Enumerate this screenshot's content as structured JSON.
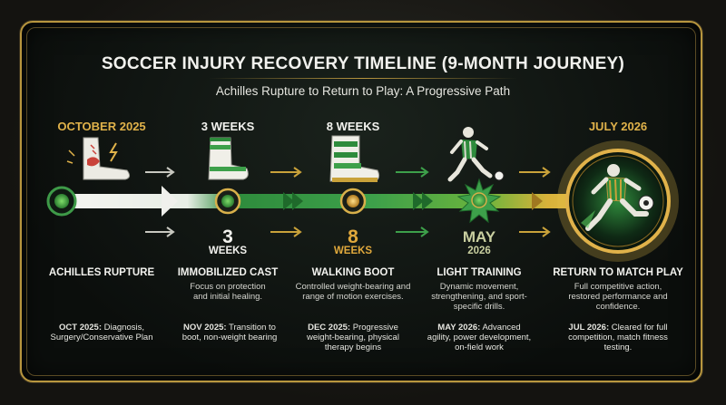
{
  "title": "SOCCER INJURY RECOVERY TIMELINE (9-MONTH JOURNEY)",
  "subtitle": "Achilles Rupture to Return to Play: A Progressive Path",
  "colors": {
    "gold": "#e0b24a",
    "green": "#2e8b3c",
    "bright_green": "#4fc35a",
    "frame": "#b8963e",
    "background": "#0b0e0c"
  },
  "stages": [
    {
      "top_label": "OCTOBER 2025",
      "icon": "injured-foot-icon",
      "weeks_number": "",
      "weeks_unit": "",
      "title": "ACHILLES RUPTURE",
      "description": "",
      "milestone_date": "OCT 2025:",
      "milestone_text": "Diagnosis, Surgery/Conservative Plan"
    },
    {
      "top_label": "3 WEEKS",
      "icon": "cast-icon",
      "weeks_number": "3",
      "weeks_unit": "WEEKS",
      "title": "IMMOBILIZED CAST",
      "description": "Focus on protection and initial healing.",
      "milestone_date": "NOV 2025:",
      "milestone_text": "Transition to boot, non-weight bearing"
    },
    {
      "top_label": "8 WEEKS",
      "icon": "walking-boot-icon",
      "weeks_number": "8",
      "weeks_unit": "WEEKS",
      "title": "WALKING BOOT",
      "description": "Controlled weight-bearing and range of motion exercises.",
      "milestone_date": "DEC 2025:",
      "milestone_text": "Progressive weight-bearing, physical therapy begins"
    },
    {
      "top_label": "",
      "icon": "soccer-player-dribbling-icon",
      "weeks_number": "MAY",
      "weeks_unit": "2026",
      "title": "LIGHT TRAINING",
      "description": "Dynamic movement, strengthening, and sport-specific drills.",
      "milestone_date": "MAY 2026:",
      "milestone_text": "Advanced agility, power development, on-field work"
    },
    {
      "top_label": "JULY 2026",
      "icon": "soccer-player-kicking-icon",
      "weeks_number": "",
      "weeks_unit": "",
      "title": "RETURN TO MATCH PLAY",
      "description": "Full competitive action, restored performance and confidence.",
      "milestone_date": "JUL 2026:",
      "milestone_text": "Cleared for full competition, match fitness testing."
    }
  ]
}
